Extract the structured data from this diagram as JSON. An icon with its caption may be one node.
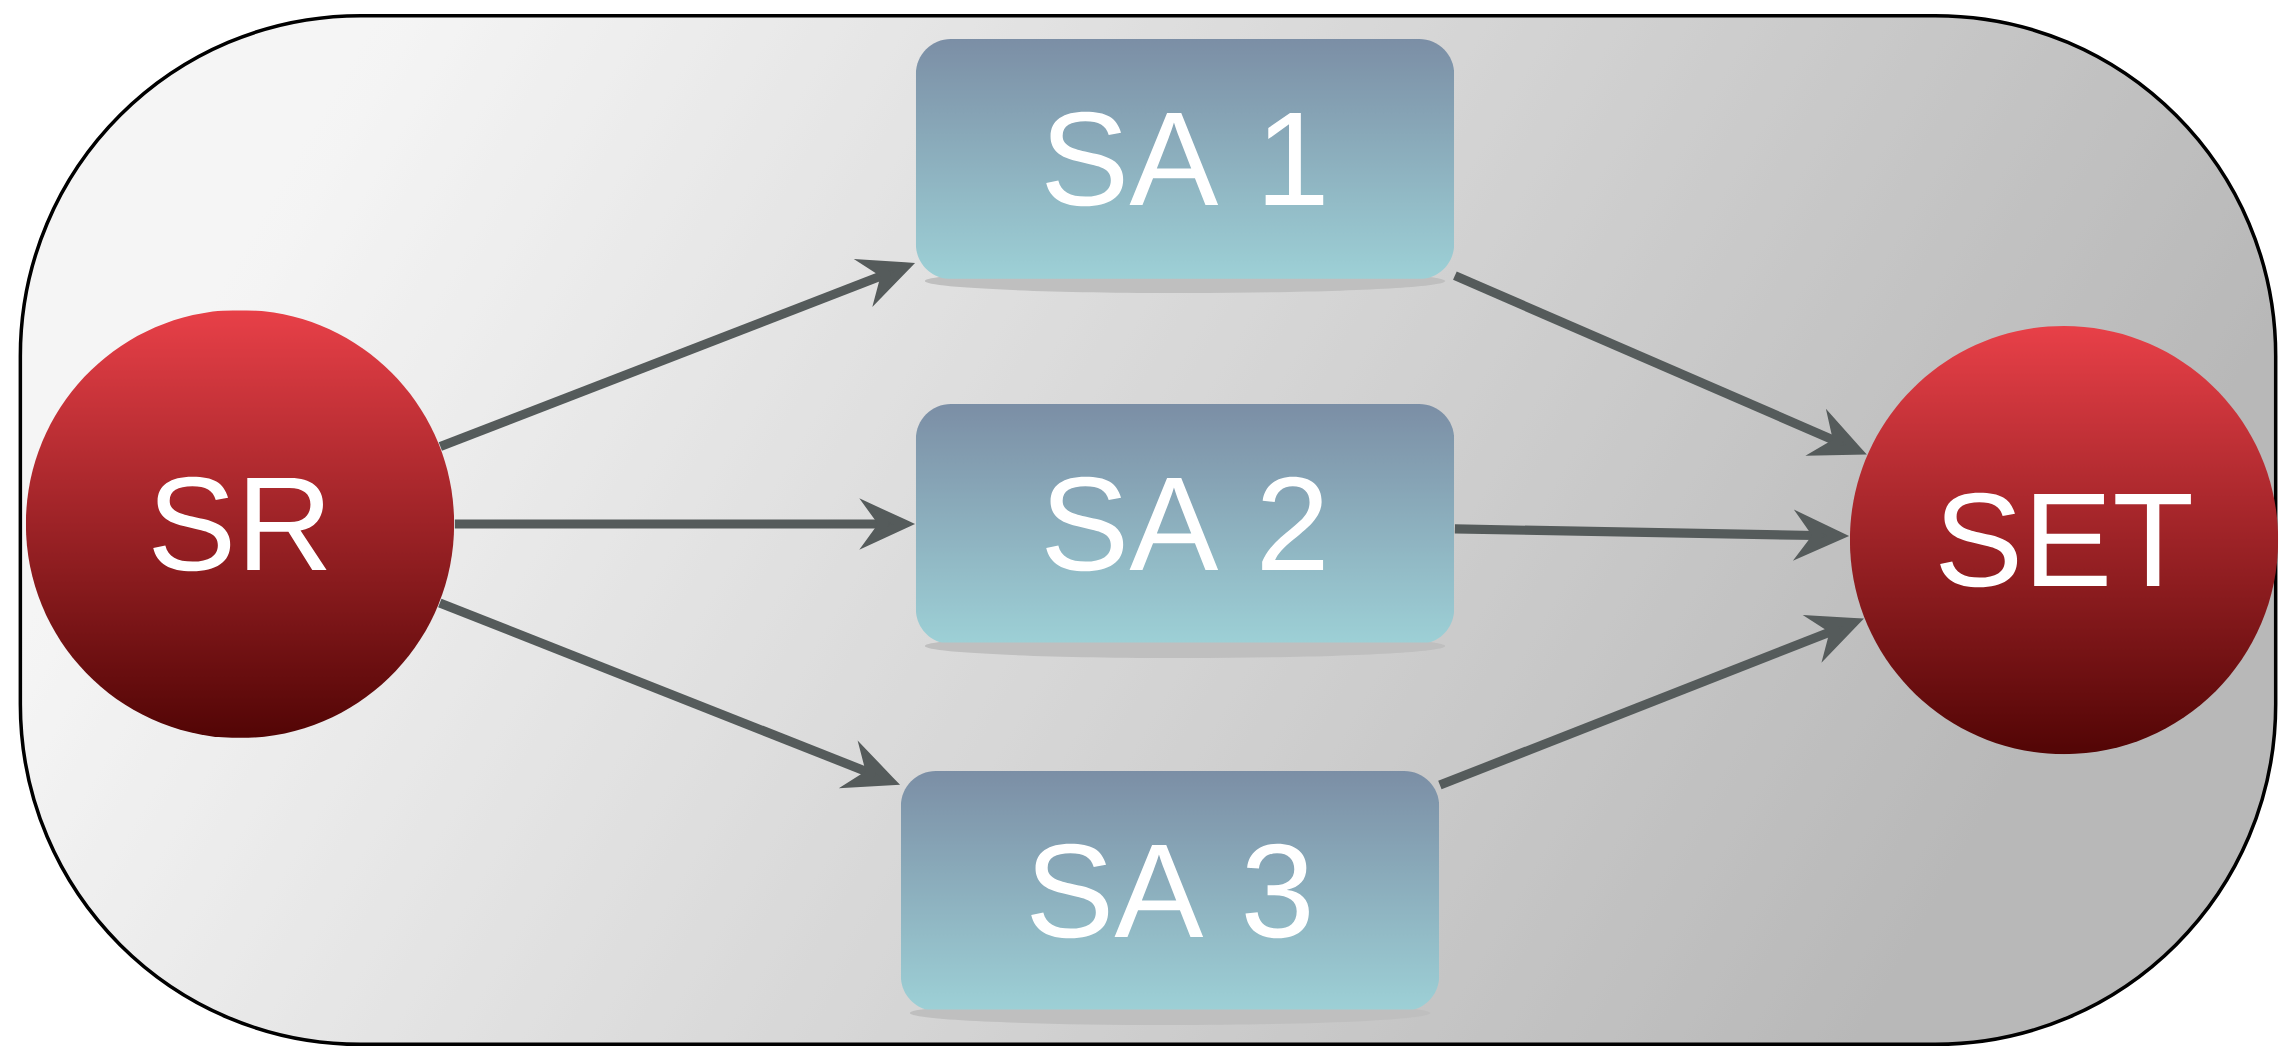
{
  "diagram": {
    "nodes": [
      {
        "text": [],
        "shape": "box"
      },
      {
        "text": [
          "SR"
        ],
        "in": 0
      },
      {
        "text": [
          "SA 1"
        ],
        "in": 0
      },
      {
        "text": [
          "SA 2"
        ],
        "in": 0
      },
      {
        "text": [
          "SA 3"
        ],
        "in": 0
      },
      {
        "text": [
          "SET"
        ],
        "in": 0
      }
    ],
    "edges": [
      {
        "from": 1,
        "to": 2,
        "arrow": "to"
      },
      {
        "from": 1,
        "to": 3,
        "arrow": "to"
      },
      {
        "from": 1,
        "to": 4,
        "arrow": "to"
      },
      {
        "from": 2,
        "to": 5,
        "arrow": "to"
      },
      {
        "from": 3,
        "to": 5,
        "arrow": "to"
      },
      {
        "from": 4,
        "to": 5,
        "arrow": "to"
      }
    ]
  }
}
